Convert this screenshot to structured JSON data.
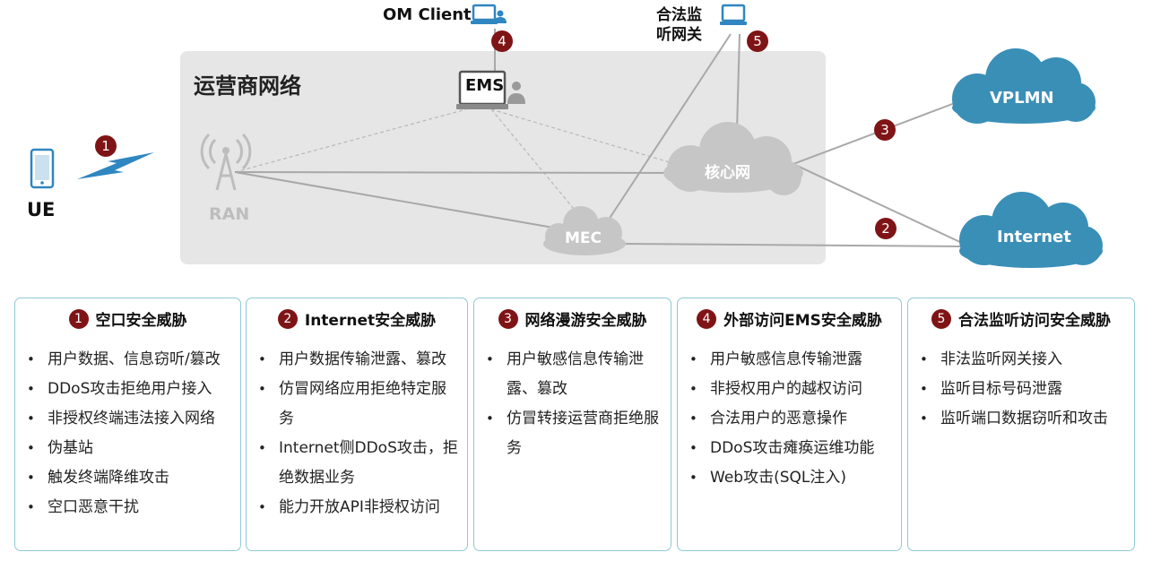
{
  "diagram": {
    "zone_title": "运营商网络",
    "nodes": {
      "ue": "UE",
      "ran": "RAN",
      "ems": "EMS",
      "om_client": "OM Client",
      "lawful_gateway": [
        "合法监",
        "听网关"
      ],
      "core": "核心网",
      "mec": "MEC",
      "vplmn": "VPLMN",
      "internet": "Internet"
    },
    "badges": [
      "1",
      "2",
      "3",
      "4",
      "5"
    ]
  },
  "panels": [
    {
      "num": "1",
      "title": "空口安全威胁",
      "items": [
        "用户数据、信息窃听/篡改",
        "DDoS攻击拒绝用户接入",
        "非授权终端违法接入网络",
        "伪基站",
        "触发终端降维攻击",
        "空口恶意干扰"
      ]
    },
    {
      "num": "2",
      "title": "Internet安全威胁",
      "items": [
        "用户数据传输泄露、篡改",
        "仿冒网络应用拒绝特定服务",
        "Internet侧DDoS攻击，拒绝数据业务",
        "能力开放API非授权访问"
      ]
    },
    {
      "num": "3",
      "title": "网络漫游安全威胁",
      "items": [
        "用户敏感信息传输泄露、篡改",
        "仿冒转接运营商拒绝服务"
      ]
    },
    {
      "num": "4",
      "title": "外部访问EMS安全威胁",
      "items": [
        "用户敏感信息传输泄露",
        "非授权用户的越权访问",
        "合法用户的恶意操作",
        "DDoS攻击瘫痪运维功能",
        "Web攻击(SQL注入)"
      ]
    },
    {
      "num": "5",
      "title": "合法监听访问安全威胁",
      "items": [
        "非法监听网关接入",
        "监听目标号码泄露",
        "监听端口数据窃听和攻击"
      ]
    }
  ],
  "colors": {
    "badge": "#7f1416",
    "cloud_blue": "#3a8fb7",
    "cloud_grey": "#c6c6c6",
    "panel_border": "#8fc9d4",
    "zone_bg": "#e6e6e6",
    "icon_blue": "#2f86c0"
  }
}
